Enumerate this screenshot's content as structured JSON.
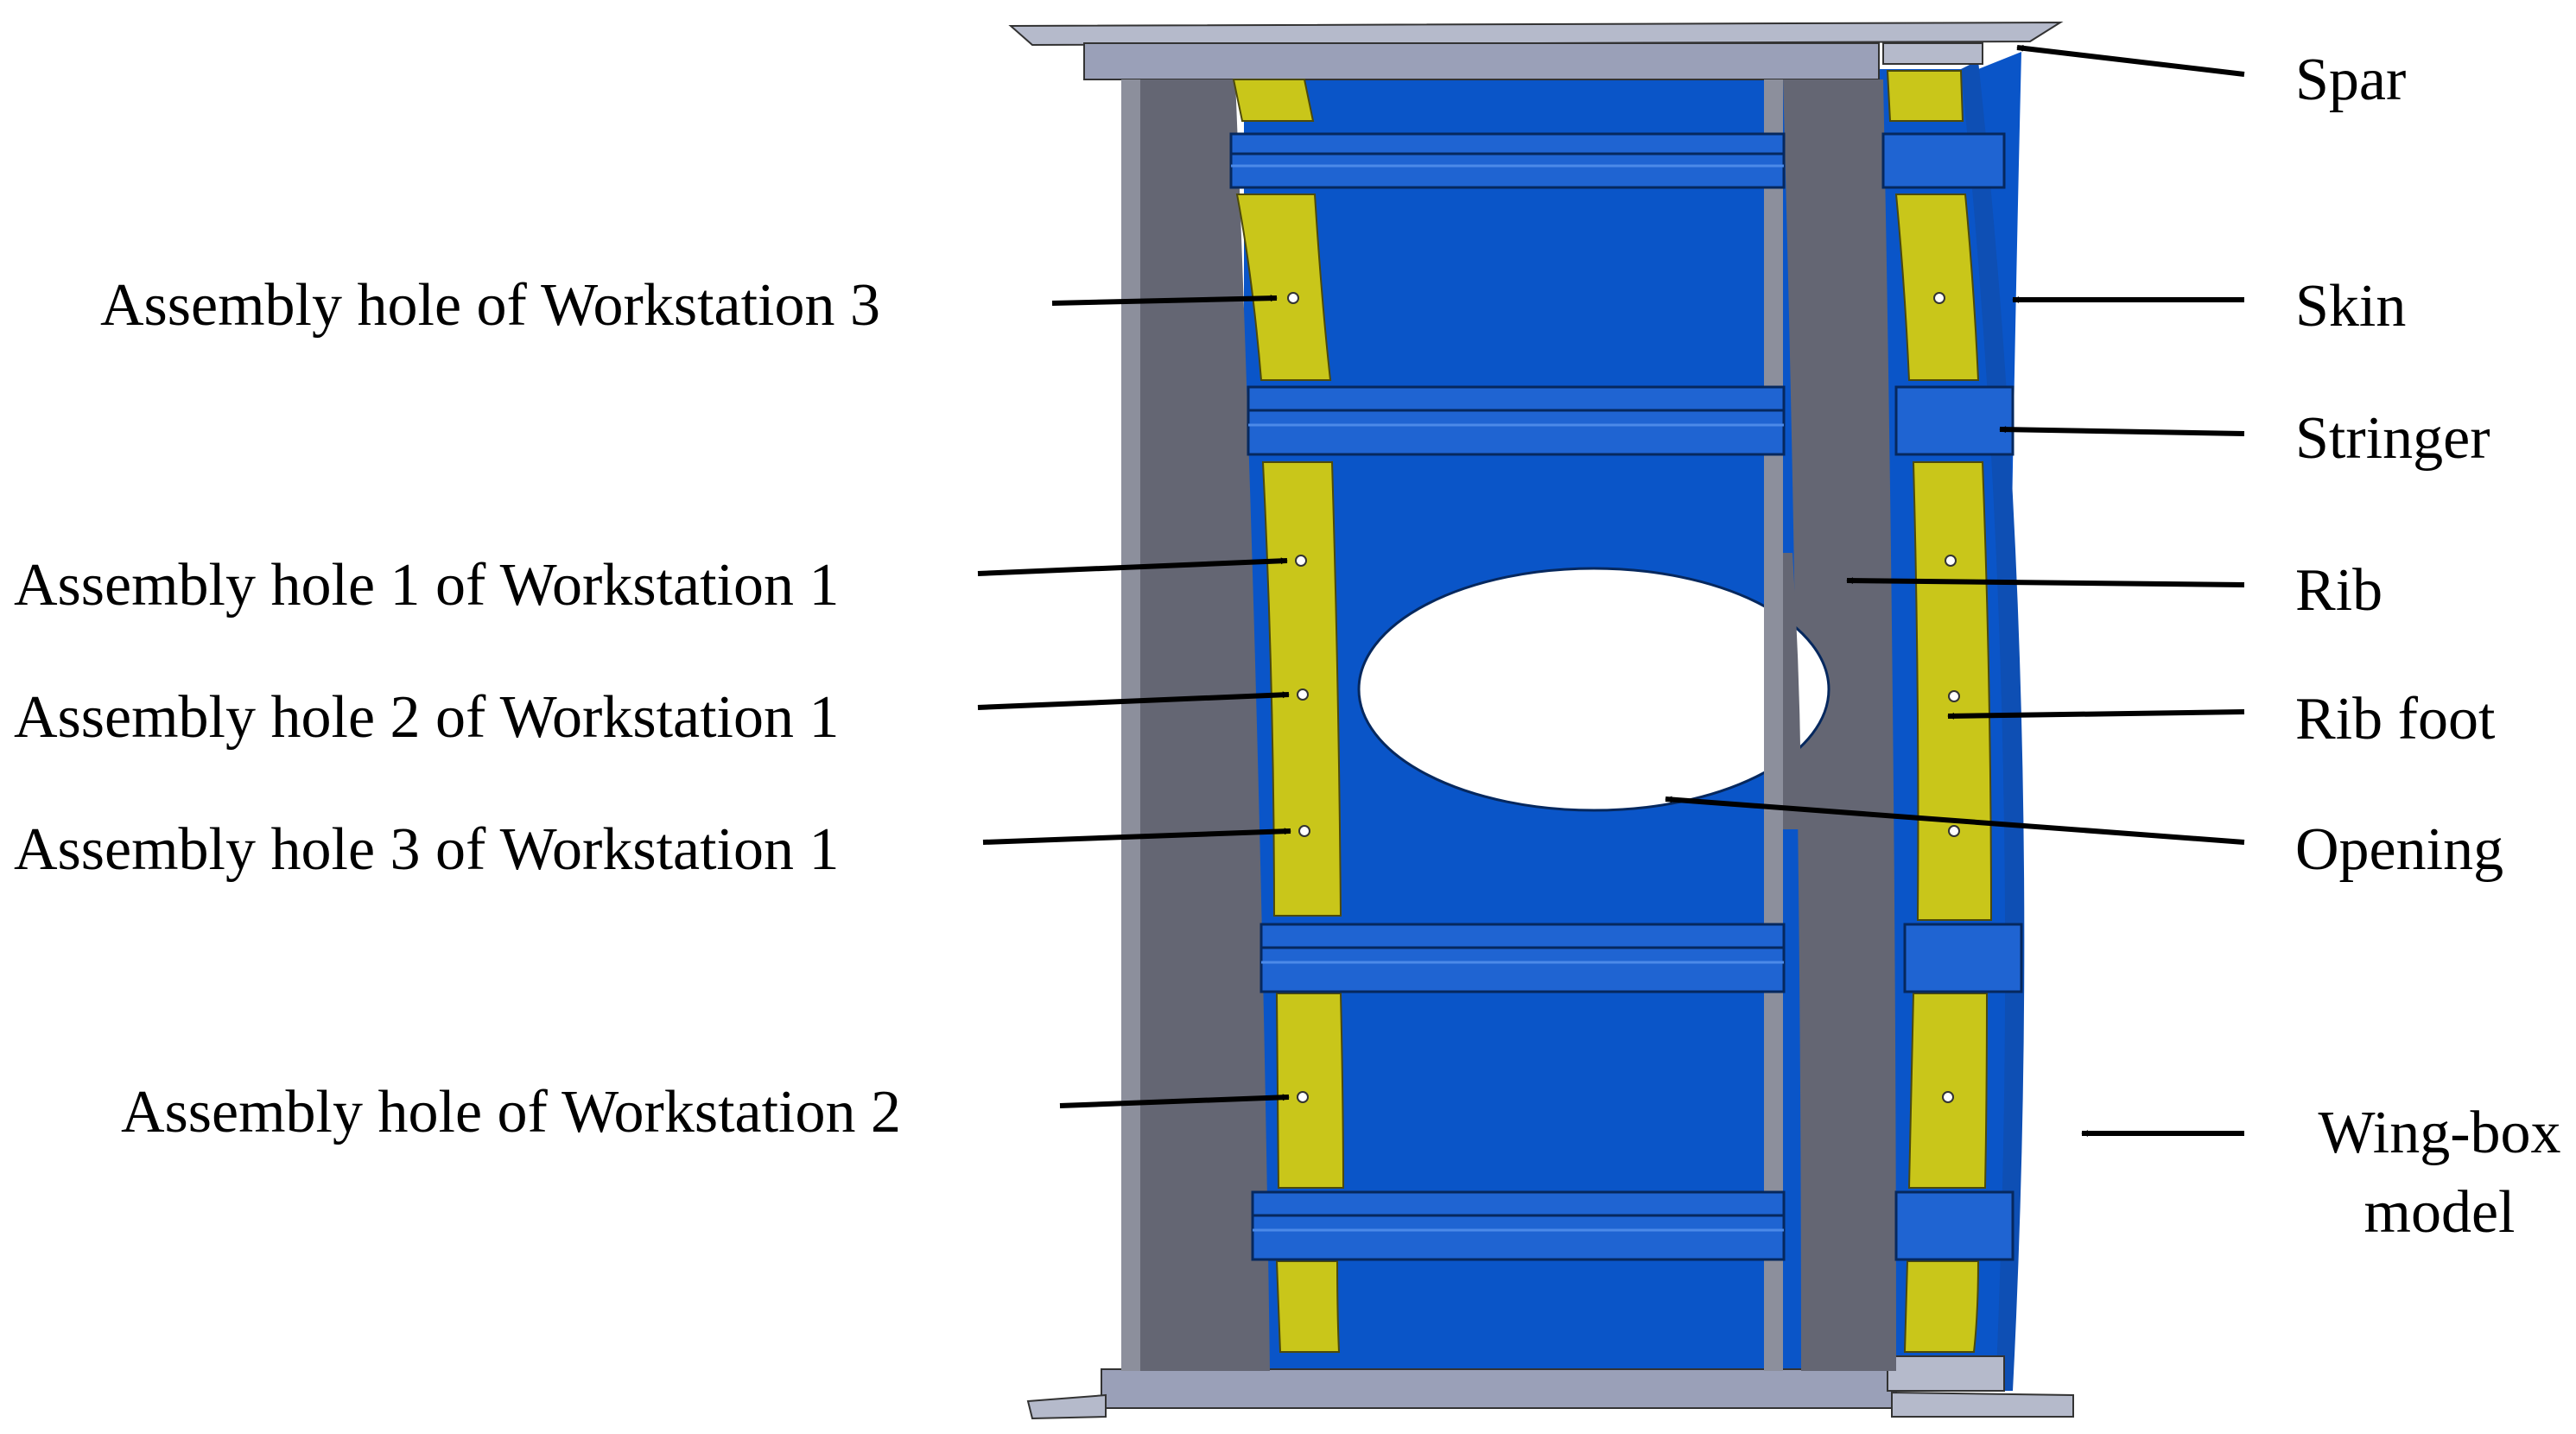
{
  "labels": {
    "spar": "Spar",
    "skin": "Skin",
    "stringer": "Stringer",
    "rib": "Rib",
    "rib_foot": "Rib foot",
    "opening": "Opening",
    "wing_box_line1": "Wing-box",
    "wing_box_line2": "model",
    "hole_ws3": "Assembly hole of Workstation 3",
    "hole1_ws1": "Assembly hole 1 of Workstation 1",
    "hole2_ws1": "Assembly hole 2 of Workstation 1",
    "hole3_ws1": "Assembly hole 3 of Workstation 1",
    "hole_ws2": "Assembly hole of Workstation 2"
  },
  "colors": {
    "skin_blue": "#0a55c8",
    "stringer_blue": "#1f64d2",
    "rib_gray": "#646673",
    "spar_gray": "#9aa0b8",
    "rib_foot_yellow": "#c9c61a"
  }
}
